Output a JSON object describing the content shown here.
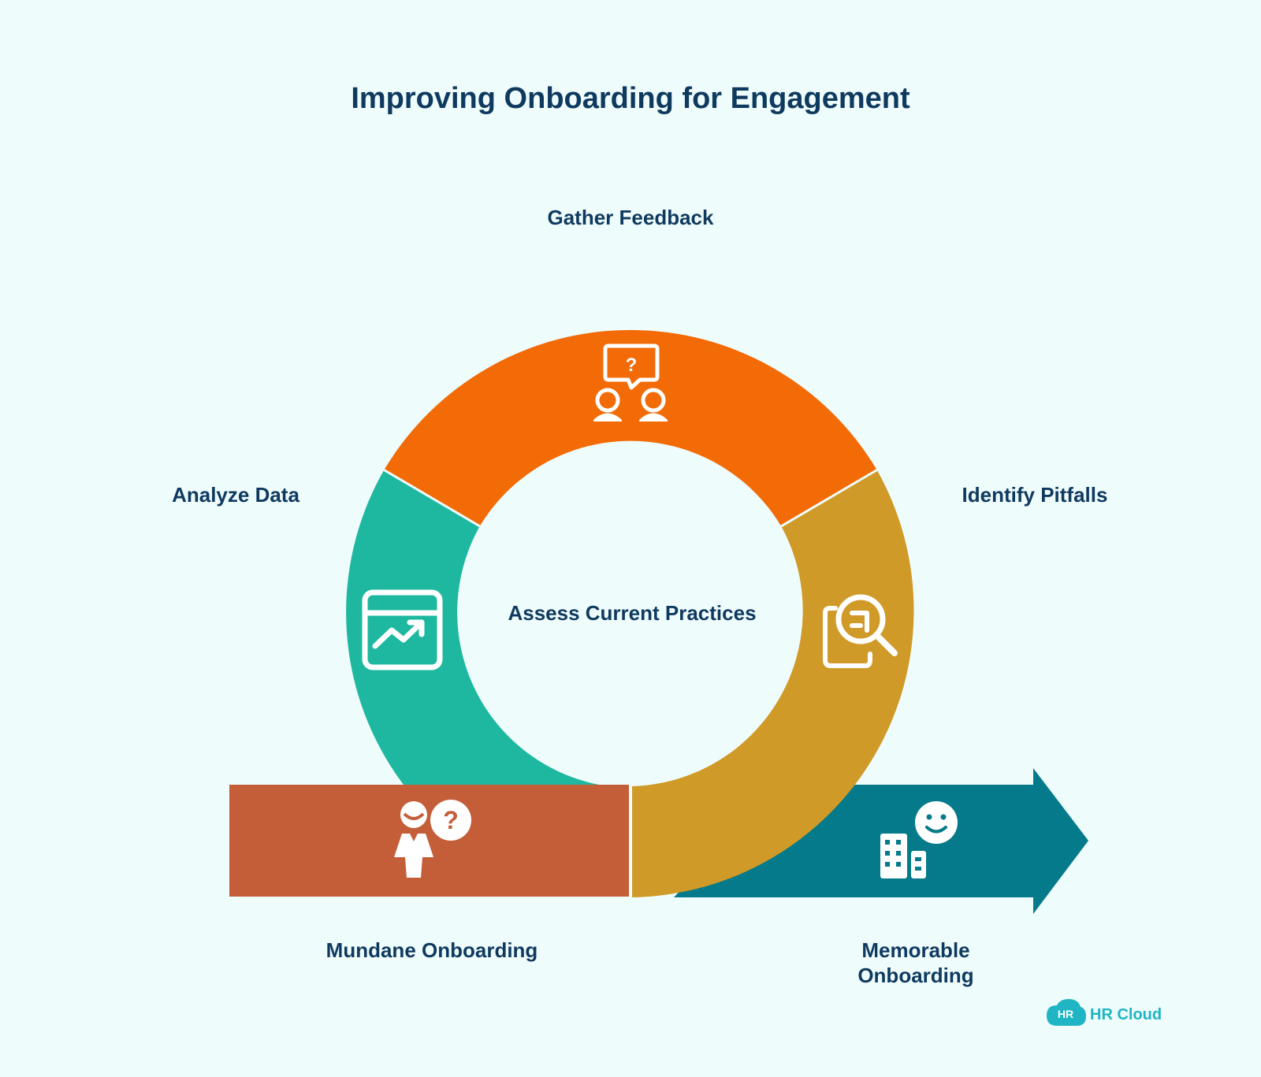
{
  "title": "Improving Onboarding for Engagement",
  "center_label": "Assess Current Practices",
  "steps": [
    {
      "label": "Gather Feedback",
      "icon": "feedback-people-icon",
      "color": "#f26b06"
    },
    {
      "label": "Analyze Data",
      "icon": "chart-trend-icon",
      "color": "#1eb8a0"
    },
    {
      "label": "Identify Pitfalls",
      "icon": "search-document-icon",
      "color": "#d09a28"
    }
  ],
  "start": {
    "label": "Mundane Onboarding",
    "icon": "confused-person-icon",
    "color": "#c45e39"
  },
  "end": {
    "label_line1": "Memorable",
    "label_line2": "Onboarding",
    "icon": "happy-company-icon",
    "color": "#047a8a"
  },
  "logo": {
    "badge": "HR",
    "text": "HR Cloud"
  },
  "colors": {
    "background": "#effcfc",
    "text": "#0f3a5f",
    "logo": "#1fb5c4"
  }
}
